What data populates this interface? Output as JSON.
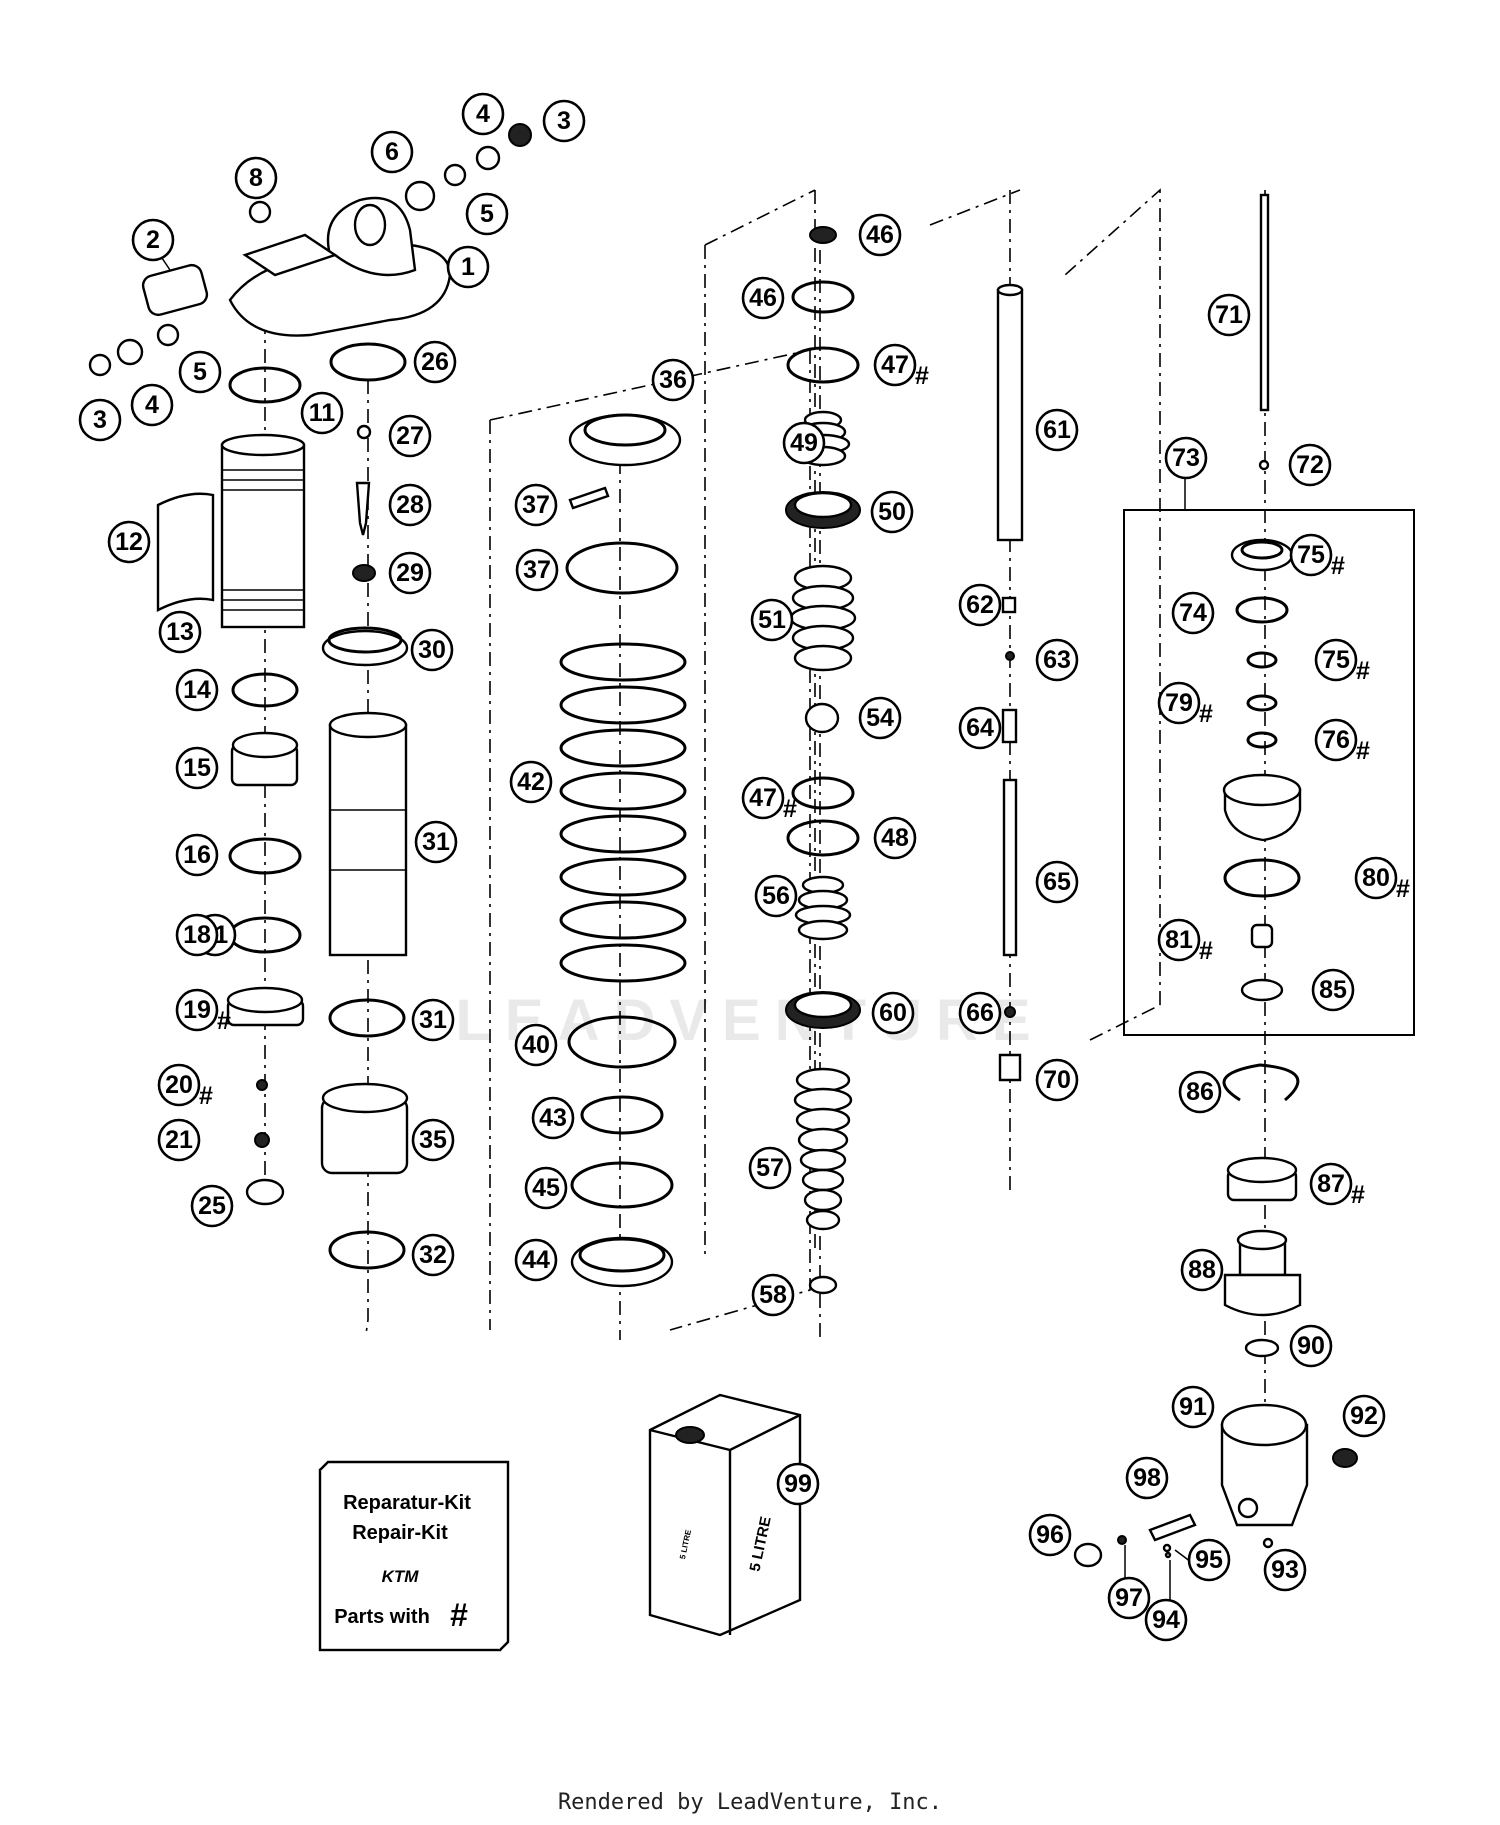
{
  "callouts": [
    {
      "label": "1"
    },
    {
      "label": "2"
    },
    {
      "label": "3"
    },
    {
      "label": "3"
    },
    {
      "label": "4"
    },
    {
      "label": "4"
    },
    {
      "label": "5"
    },
    {
      "label": "5"
    },
    {
      "label": "6"
    },
    {
      "label": "8"
    },
    {
      "label": "11"
    },
    {
      "label": "11"
    },
    {
      "label": "12"
    },
    {
      "label": "13"
    },
    {
      "label": "14"
    },
    {
      "label": "15"
    },
    {
      "label": "16"
    },
    {
      "label": "18"
    },
    {
      "label": "19",
      "hash": true
    },
    {
      "label": "20",
      "hash": true
    },
    {
      "label": "21"
    },
    {
      "label": "25"
    },
    {
      "label": "26"
    },
    {
      "label": "27"
    },
    {
      "label": "28"
    },
    {
      "label": "29"
    },
    {
      "label": "30"
    },
    {
      "label": "31"
    },
    {
      "label": "31"
    },
    {
      "label": "32"
    },
    {
      "label": "35"
    },
    {
      "label": "36"
    },
    {
      "label": "37"
    },
    {
      "label": "37"
    },
    {
      "label": "40"
    },
    {
      "label": "42"
    },
    {
      "label": "43"
    },
    {
      "label": "44"
    },
    {
      "label": "45"
    },
    {
      "label": "46"
    },
    {
      "label": "46"
    },
    {
      "label": "47",
      "hash": true
    },
    {
      "label": "47",
      "hash": true
    },
    {
      "label": "48"
    },
    {
      "label": "49"
    },
    {
      "label": "50"
    },
    {
      "label": "51"
    },
    {
      "label": "54"
    },
    {
      "label": "56"
    },
    {
      "label": "57"
    },
    {
      "label": "58"
    },
    {
      "label": "60"
    },
    {
      "label": "61"
    },
    {
      "label": "62"
    },
    {
      "label": "63"
    },
    {
      "label": "64"
    },
    {
      "label": "65"
    },
    {
      "label": "66"
    },
    {
      "label": "70"
    },
    {
      "label": "71"
    },
    {
      "label": "72"
    },
    {
      "label": "73"
    },
    {
      "label": "74"
    },
    {
      "label": "75",
      "hash": true
    },
    {
      "label": "75",
      "hash": true
    },
    {
      "label": "76",
      "hash": true
    },
    {
      "label": "79",
      "hash": true
    },
    {
      "label": "80",
      "hash": true
    },
    {
      "label": "81",
      "hash": true
    },
    {
      "label": "85"
    },
    {
      "label": "86"
    },
    {
      "label": "87",
      "hash": true
    },
    {
      "label": "88"
    },
    {
      "label": "90"
    },
    {
      "label": "91"
    },
    {
      "label": "92"
    },
    {
      "label": "93"
    },
    {
      "label": "94"
    },
    {
      "label": "95"
    },
    {
      "label": "96"
    },
    {
      "label": "97"
    },
    {
      "label": "98"
    },
    {
      "label": "99"
    }
  ],
  "hash_symbol": "#",
  "repair_kit": {
    "line1": "Reparatur-Kit",
    "line2": "Repair-Kit",
    "logo": "KTM",
    "line3": "Parts with",
    "hash": "#"
  },
  "oil_can": {
    "label_big": "5 LITRE",
    "label_small": "5 LITRE"
  },
  "watermark": "LEADVENTURE",
  "footer": "Rendered by LeadVenture, Inc."
}
